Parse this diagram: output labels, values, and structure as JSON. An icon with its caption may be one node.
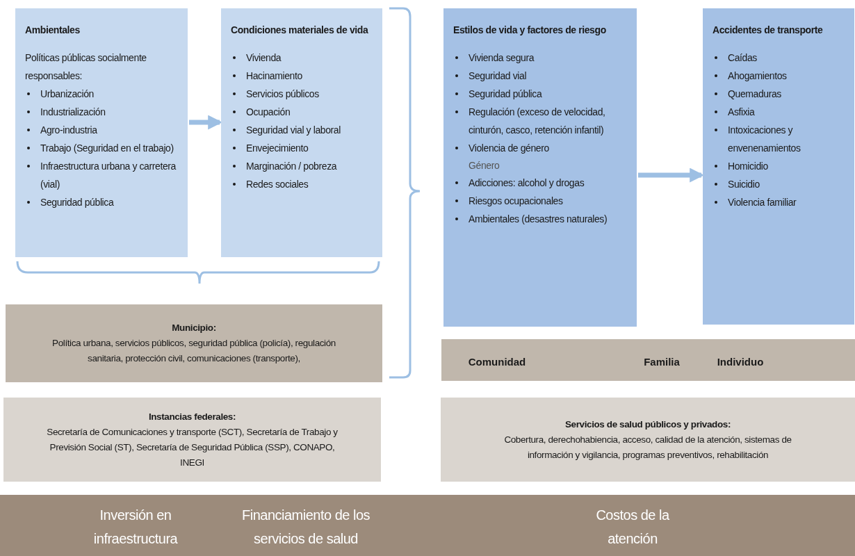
{
  "diagram": {
    "nodes": [
      {
        "text": [
          "Ambientales",
          "Políticas públicas socialmente responsables:",
          "Urbanización",
          "Industrialización",
          "Agro-industria",
          "Trabajo (Seguridad en el trabajo)",
          "Infraestructura urbana y carretera (vial)",
          "Seguridad pública"
        ]
      },
      {
        "text": [
          "Condiciones materiales de vida",
          "Vivienda",
          "Hacinamiento",
          "Servicios públicos",
          "Ocupación",
          "Seguridad vial y laboral",
          "Envejecimiento",
          "Marginación / pobreza",
          "Redes sociales"
        ]
      },
      {
        "text": [
          "Estilos de vida y factores de riesgo",
          "Vivienda segura",
          "Seguridad vial",
          "Seguridad pública",
          "Regulación (exceso de velocidad, cinturón, casco, retención infantil)",
          "Violencia de género",
          "Género",
          "Adicciones: alcohol y drogas",
          "Riesgos ocupacionales",
          "Ambientales (desastres naturales)"
        ]
      },
      {
        "text": [
          "Accidentes de transporte",
          "Caídas",
          "Ahogamientos",
          "Quemaduras",
          "Asfixia",
          "Intoxicaciones y envenenamientos",
          "Homicidio",
          "Suicidio",
          "Violencia familiar"
        ]
      },
      {
        "text": [
          "Municipio:",
          "Política urbana, servicios públicos, seguridad pública (policía), regulación sanitaria, protección civil, comunicaciones (transporte),"
        ]
      },
      {
        "text": [
          "Comunidad",
          "Familia",
          "Individuo"
        ]
      },
      {
        "text": [
          "Instancias federales:",
          "Secretaría de Comunicaciones y transporte (SCT), Secretaría de Trabajo y Previsión Social (ST), Secretaría de Seguridad Pública (SSP), CONAPO, INEGI"
        ]
      },
      {
        "text": [
          "Servicios de salud públicos y privados:",
          "Cobertura, derechohabiencia, acceso, calidad de la atención, sistemas de información y vigilancia, programas preventivos, rehabilitación"
        ]
      },
      {
        "text": [
          "Inversión en infraestructura",
          "Financiamiento de los servicios de salud",
          "Costos de la atención"
        ]
      }
    ],
    "edges": [
      {
        "from": 0,
        "to": 1,
        "arrow": "to"
      },
      {
        "from": 2,
        "to": 3,
        "arrow": "to"
      }
    ]
  }
}
